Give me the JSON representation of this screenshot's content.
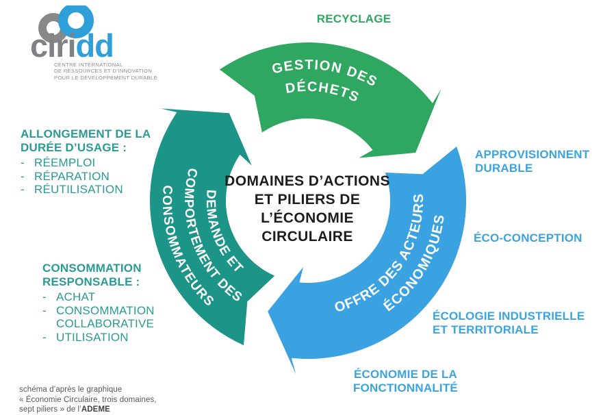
{
  "logo": {
    "name_gray": "ciri",
    "name_blue": "dd",
    "tagline_line1": "CENTRE INTERNATIONAL",
    "tagline_line2": "DE RESSOURCES ET D’INNOVATION",
    "tagline_line3": "POUR LE DÉVELOPPEMENT DURABLE"
  },
  "colors": {
    "segment_green": "#2fa761",
    "segment_blue": "#3aa2e0",
    "segment_teal": "#1d9488",
    "label_teal": "#2a9a94",
    "label_blue": "#3ba3de",
    "label_green": "#2fa761",
    "title_black": "#1d1d1b"
  },
  "diagram": {
    "center_title": {
      "lines": [
        "DOMAINES D’ACTIONS",
        "ET PILIERS DE",
        "L’ÉCONOMIE",
        "CIRCULAIRE"
      ]
    },
    "segments": {
      "waste": {
        "line1": "GESTION DES",
        "line2": "DÉCHETS"
      },
      "supply": {
        "line1": "OFFRE DES ACTEURS",
        "line2": "ÉCONOMIQUES"
      },
      "demand": {
        "line1": "DEMANDE ET",
        "line2": "COMPORTEMENT DES",
        "line3": "CONSOMMATEURS"
      }
    }
  },
  "pillars": {
    "recycling": {
      "label": "RECYCLAGE"
    },
    "duration": {
      "title_line1": "ALLONGEMENT DE LA",
      "title_line2": "DURÉE D’USAGE :",
      "items": [
        "RÉEMPLOI",
        "RÉPARATION",
        "RÉUTILISATION"
      ]
    },
    "consumption": {
      "title_line1": "CONSOMMATION",
      "title_line2": "RESPONSABLE :",
      "items": [
        "ACHAT",
        "CONSOMMATION COLLABORATIVE",
        "UTILISATION"
      ]
    },
    "sourcing": {
      "line1": "APPROVISIONNENT",
      "line2": "DURABLE"
    },
    "ecodesign": {
      "label": "ÉCO-CONCEPTION"
    },
    "industrial_ecology": {
      "line1": "ÉCOLOGIE INDUSTRIELLE",
      "line2": "ET TERRITORIALE"
    },
    "functionality": {
      "line1": "ÉCONOMIE DE LA",
      "line2": "FONCTIONNALITÉ"
    }
  },
  "attribution": {
    "line1": "schéma d’après le graphique",
    "line2": "« Économie Circulaire, trois domaines,",
    "line3_prefix": "sept piliers » de l’",
    "line3_bold": "ADEME"
  }
}
